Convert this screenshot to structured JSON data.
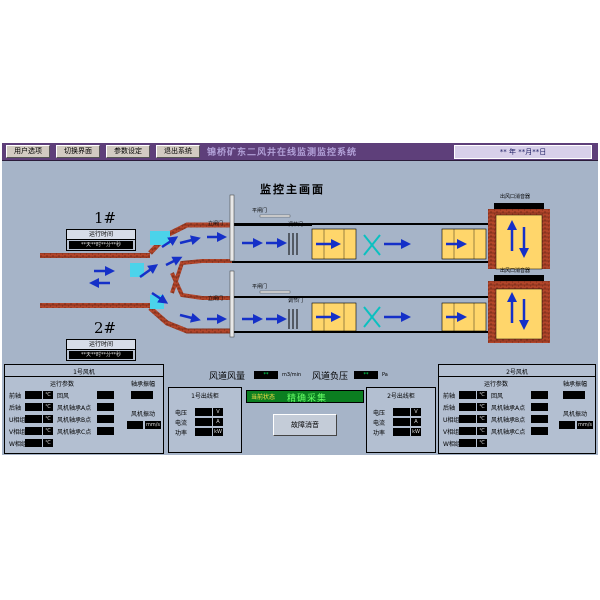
{
  "menu": {
    "items": [
      "用户选项",
      "切换界面",
      "参数设定",
      "退出系统"
    ],
    "title": "锦桥矿东二风井在线监测监控系统",
    "date": "** 年 **月**日"
  },
  "main": {
    "title": "监控主画面"
  },
  "fans": [
    {
      "number": "1#",
      "run_label": "运行时间",
      "run_value": "**天**时**分**秒"
    },
    {
      "number": "2#",
      "run_label": "运行时间",
      "run_value": "**天**时**分**秒"
    }
  ],
  "diagram": {
    "silencer_top": "出风口消音器",
    "silencer_bottom": "出风口消音器",
    "damper_label": "调节门",
    "side_labels": [
      "立闸门",
      "平闸门",
      "调节门",
      "立闸门",
      "平闸门",
      "调节门"
    ]
  },
  "airway": {
    "flow_label": "风道风量",
    "flow_value": "**",
    "flow_unit": "m3/min",
    "pressure_label": "风道负压",
    "pressure_value": "**",
    "pressure_unit": "Pa"
  },
  "left_panel": {
    "title": "1号风机",
    "section": "运行参数",
    "params": [
      "前轴",
      "后轴",
      "U相组",
      "V相组",
      "W相组"
    ],
    "params2": [
      "回风",
      "风机轴承A点",
      "风机轴承B点",
      "风机轴承C点"
    ],
    "unit": "℃",
    "bearing_title": "轴承振幅",
    "vibration_title": "风机振动",
    "vib_unit": "mm/s"
  },
  "right_panel": {
    "title": "2号风机",
    "section": "运行参数",
    "params": [
      "前轴",
      "后轴",
      "U相组",
      "V相组",
      "W相组"
    ],
    "params2": [
      "回风",
      "风机轴承A点",
      "风机轴承B点",
      "风机轴承C点"
    ],
    "unit": "℃",
    "bearing_title": "轴承振幅",
    "vibration_title": "风机振动",
    "vib_unit": "mm/s"
  },
  "line1": {
    "title": "1号出线柜",
    "labels": [
      "电压",
      "电流",
      "功率"
    ],
    "units": [
      "V",
      "A",
      "kW"
    ]
  },
  "line2": {
    "title": "2号出线柜",
    "labels": [
      "电压",
      "电流",
      "功率"
    ],
    "units": [
      "V",
      "A",
      "kW"
    ]
  },
  "status": {
    "label": "当前状态",
    "value": "精确采集"
  },
  "fault_button": "故障消音",
  "colors": {
    "menubar": "#5e3f7a",
    "screen_bg": "#a6b4c8",
    "duct": "#ffd66b",
    "arrow": "#1530c8",
    "brick": "#b2452a",
    "status_green": "#0b7e20"
  }
}
